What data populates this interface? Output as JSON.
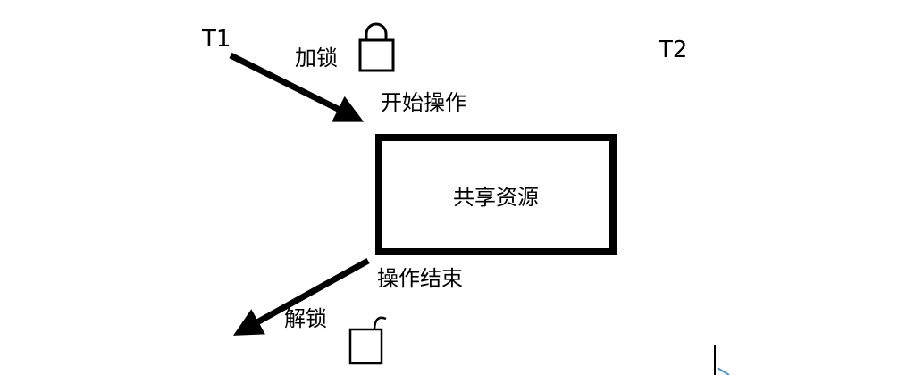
{
  "diagram": {
    "title": "shared-resource-locking-diagram",
    "thread1_label": "T1",
    "thread2_label": "T2",
    "lock_action_label": "加锁",
    "unlock_action_label": "解锁",
    "start_operation_label": "开始操作",
    "end_operation_label": "操作结束",
    "shared_resource_label": "共享资源",
    "colors": {
      "ink": "#000000",
      "background": "#ffffff",
      "cursor_accent": "#4a90d9"
    }
  }
}
